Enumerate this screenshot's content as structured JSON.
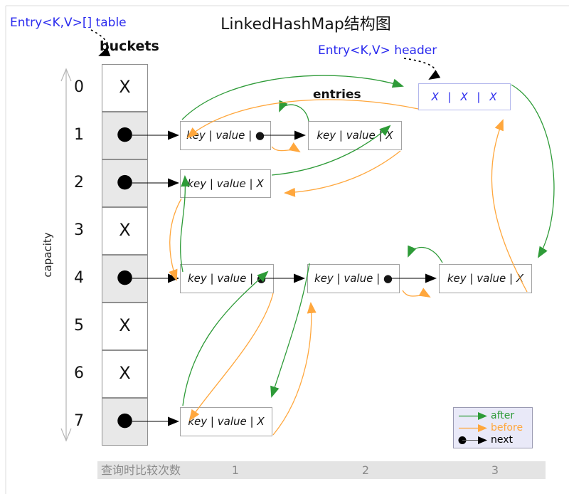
{
  "title": "LinkedHashMap结构图",
  "labels": {
    "table": "Entry<K,V>[] table",
    "header": "Entry<K,V> header",
    "buckets": "buckets",
    "entries": "entries",
    "capacity": "capacity"
  },
  "colors": {
    "after": "#2e9b38",
    "before": "#ffa73d",
    "next": "#000000",
    "label_blue": "#2b2bee",
    "bucket_fill": "#e8e8e8",
    "header_border": "#b3b7ec"
  },
  "buckets": {
    "cells": [
      {
        "index": "0",
        "content": "X"
      },
      {
        "index": "1",
        "content": "●"
      },
      {
        "index": "2",
        "content": "●"
      },
      {
        "index": "3",
        "content": "X"
      },
      {
        "index": "4",
        "content": "●"
      },
      {
        "index": "5",
        "content": "X"
      },
      {
        "index": "6",
        "content": "X"
      },
      {
        "index": "7",
        "content": "●"
      }
    ]
  },
  "header_box": {
    "text": "X | X | X"
  },
  "entries": [
    {
      "label": "key | value | ●"
    },
    {
      "label": "key | value | X"
    },
    {
      "label": "key | value | X"
    },
    {
      "label": "key | value | ●"
    },
    {
      "label": "key | value | ●"
    },
    {
      "label": "key | value | X"
    },
    {
      "label": "key | value | X"
    }
  ],
  "legend": {
    "items": [
      {
        "label": "after"
      },
      {
        "label": "before"
      },
      {
        "label": "next"
      }
    ]
  },
  "footer": {
    "label": "查询时比较次数",
    "counts": [
      "1",
      "2",
      "3"
    ]
  }
}
